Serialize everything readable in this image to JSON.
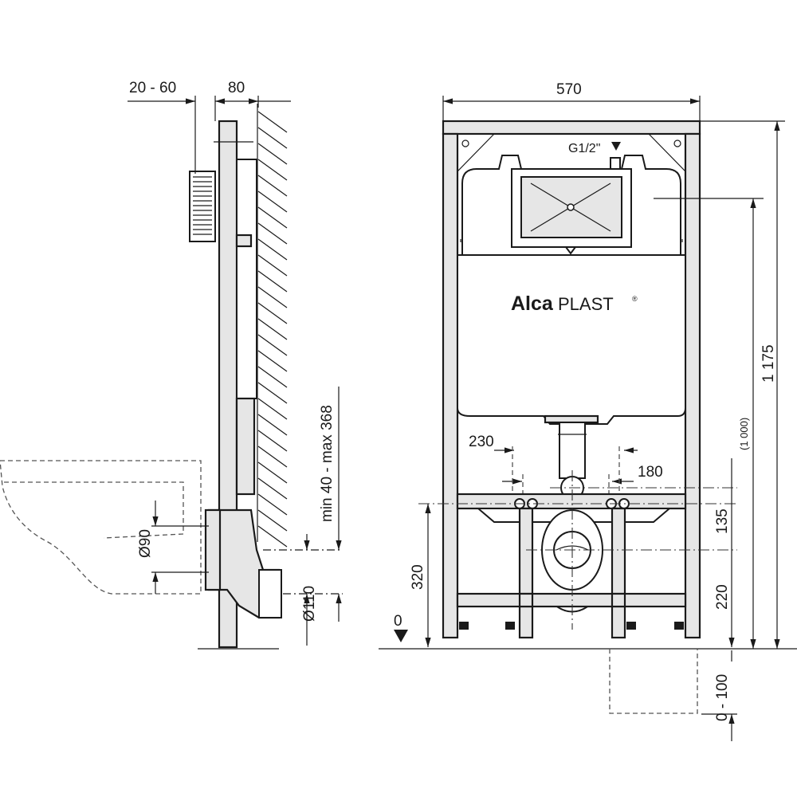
{
  "side_view": {
    "dim_plate_offset": "20 - 60",
    "dim_depth": "80",
    "dim_outlet_height_range": "min 40 - max 368",
    "dim_inlet_diameter": "Ø90",
    "dim_outlet_diameter": "Ø110"
  },
  "front_view": {
    "dim_width": "570",
    "water_inlet_label": "G1/2\"",
    "brand_name_bold": "Alca",
    "brand_name_light": "PLAST",
    "brand_mark": "®",
    "dim_bolt_spacing_outer": "230",
    "dim_bolt_spacing_inner": "180",
    "dim_135": "135",
    "dim_220": "220",
    "dim_320": "320",
    "dim_floor_zero": "0",
    "dim_total_height": "1 175",
    "dim_actuator_height": "(1 000)",
    "dim_floor_adjust": "0 - 100"
  }
}
